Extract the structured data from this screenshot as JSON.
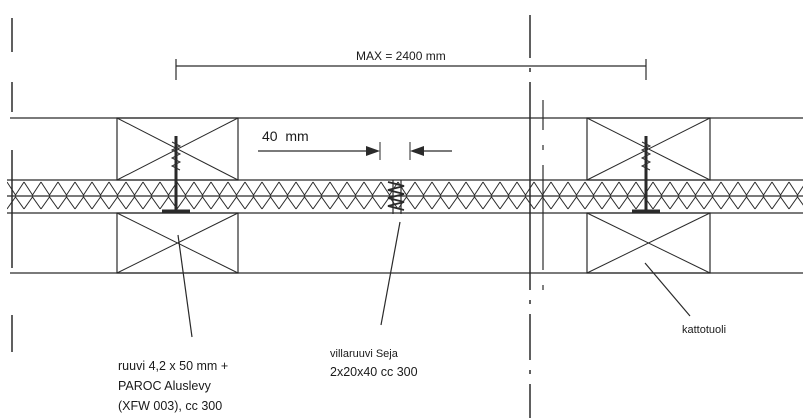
{
  "dimension_max": "MAX = 2400 mm",
  "dimension_gap": "40  mm",
  "screw_label": {
    "line1": "ruuvi 4,2 x 50 mm +",
    "line2": "PAROC Aluslevy",
    "line3": "(XFW 003), cc 300"
  },
  "wool_screw_label": {
    "line1": "villaruuvi Seja",
    "line2": "2x20x40 cc 300"
  },
  "rafter_label": "kattotuoli",
  "colors": {
    "line": "#2a2a2a",
    "background": "#ffffff"
  }
}
